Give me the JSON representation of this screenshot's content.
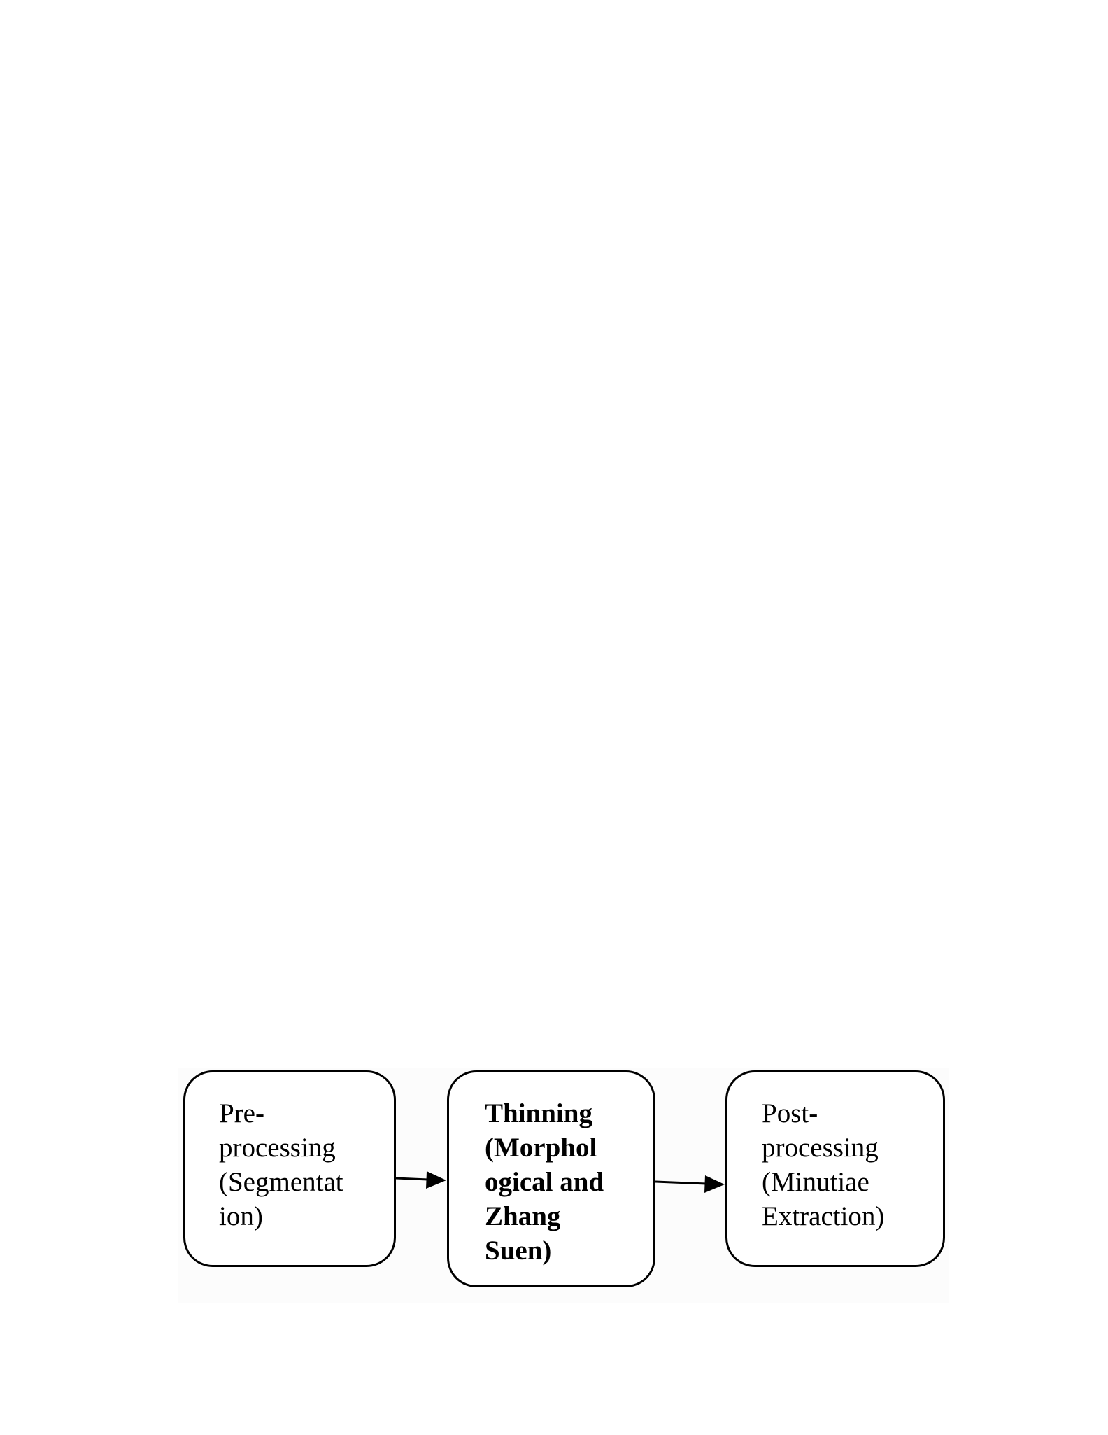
{
  "diagram": {
    "nodes": [
      {
        "id": "pre-processing",
        "label": "Pre-\nprocessing\n(Segmentat\nion)",
        "bold": false
      },
      {
        "id": "thinning",
        "label": "Thinning\n(Morphol\nogical and\nZhang\nSuen)",
        "bold": true
      },
      {
        "id": "post-processing",
        "label": "Post-\nprocessing\n(Minutiae\nExtraction)",
        "bold": false
      }
    ],
    "edges": [
      {
        "from": "pre-processing",
        "to": "thinning"
      },
      {
        "from": "thinning",
        "to": "post-processing"
      }
    ],
    "colors": {
      "stroke": "#000000",
      "fill": "#ffffff",
      "text": "#000000"
    }
  }
}
